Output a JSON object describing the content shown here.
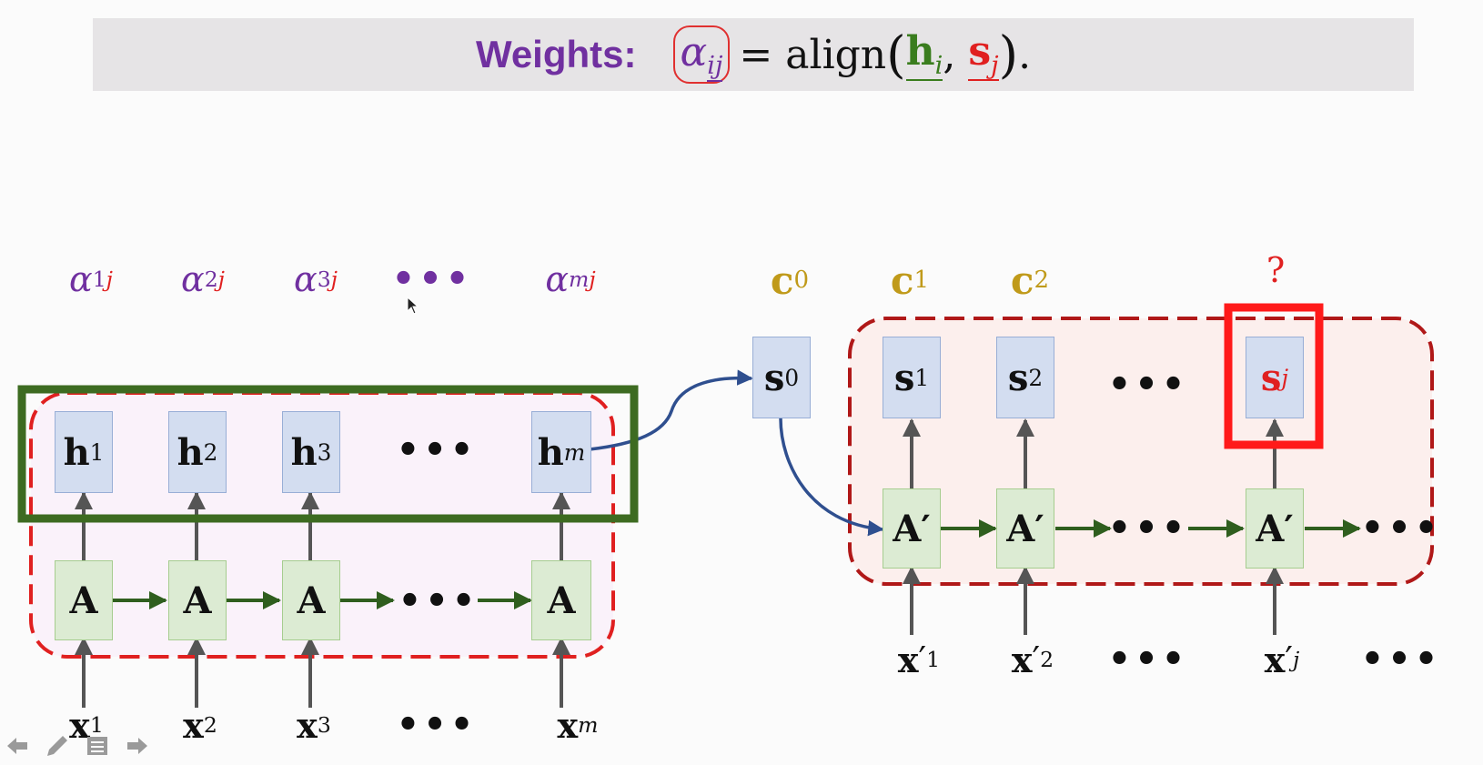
{
  "header": {
    "weights_label": "Weights:",
    "alpha": "α",
    "alpha_sub": "ij",
    "equals_fn": "= align",
    "h": "h",
    "h_sub": "i",
    "comma": ",",
    "s": "s",
    "s_sub": "j",
    "end": "."
  },
  "alphas": [
    {
      "a": "α",
      "i": "1",
      "j": "j"
    },
    {
      "a": "α",
      "i": "2",
      "j": "j"
    },
    {
      "a": "α",
      "i": "3",
      "j": "j"
    },
    {
      "a": "α",
      "i": "m",
      "j": "j"
    }
  ],
  "alpha_dots": "•••",
  "encoder": {
    "h": [
      {
        "b": "h",
        "s": "1"
      },
      {
        "b": "h",
        "s": "2"
      },
      {
        "b": "h",
        "s": "3"
      },
      {
        "b": "h",
        "s": "m"
      }
    ],
    "a_label": "A",
    "x": [
      {
        "b": "x",
        "s": "1"
      },
      {
        "b": "x",
        "s": "2"
      },
      {
        "b": "x",
        "s": "3"
      },
      {
        "b": "x",
        "s": "m"
      }
    ],
    "dots": "•••"
  },
  "decoder": {
    "contexts": [
      {
        "b": "c",
        "s": "0"
      },
      {
        "b": "c",
        "s": "1"
      },
      {
        "b": "c",
        "s": "2"
      }
    ],
    "question": "?",
    "s": [
      {
        "b": "s",
        "s": "0"
      },
      {
        "b": "s",
        "s": "1"
      },
      {
        "b": "s",
        "s": "2"
      },
      {
        "b": "s",
        "s": "j"
      }
    ],
    "a_label": "A′",
    "x": [
      {
        "b": "x",
        "s": "1",
        "p": "′"
      },
      {
        "b": "x",
        "s": "2",
        "p": "′"
      },
      {
        "b": "x",
        "s": "j",
        "p": "′"
      }
    ],
    "dots": "•••"
  },
  "toolbar": {
    "back_icon": "arrow-left-icon",
    "pen_icon": "pen-icon",
    "menu_icon": "menu-icon",
    "forward_icon": "arrow-right-icon"
  },
  "colors": {
    "purple": "#7030a0",
    "red": "#e02020",
    "green_box": "#3d6b21",
    "gold": "#c09a1a",
    "hidden_fill": "#d3ddf0",
    "cell_fill": "#dcebd3",
    "arrow_blue": "#2f4f8f"
  }
}
